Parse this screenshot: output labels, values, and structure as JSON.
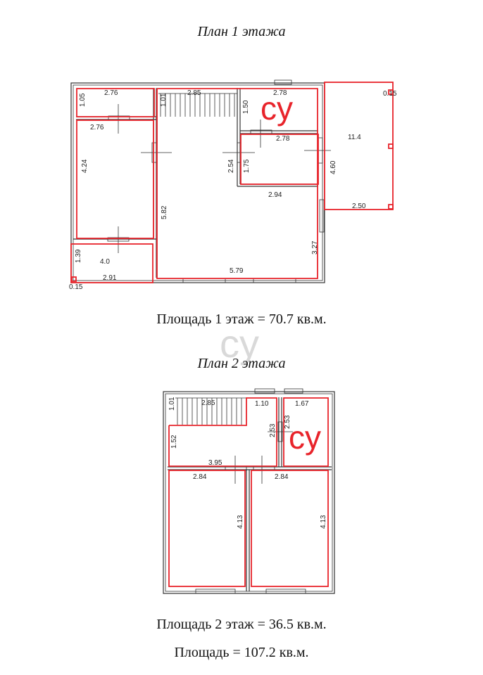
{
  "plan1": {
    "title": "План 1 этажа",
    "area_text": "Площадь 1 этаж = 70.7 кв.м.",
    "wc_label": "су",
    "dimensions": {
      "d276a": "2.76",
      "d105": "1.05",
      "d101": "1.01",
      "d285": "2.85",
      "d278a": "2.78",
      "d150": "1.50",
      "d015a": "0.15",
      "d276b": "2.76",
      "d278b": "2.78",
      "d114": "11.4",
      "d424": "4.24",
      "d254": "2.54",
      "d175": "1.75",
      "d460": "4.60",
      "d294": "2.94",
      "d250": "2.50",
      "d582": "5.82",
      "d327": "3.27",
      "d139": "1.39",
      "d40": "4.0",
      "d579": "5.79",
      "d291": "2.91",
      "d015b": "0.15"
    }
  },
  "plan2": {
    "title": "План 2 этажа",
    "area_text": "Площадь 2 этаж = 36.5 кв.м.",
    "wc_label": "су",
    "dimensions": {
      "d101": "1.01",
      "d285": "2.85",
      "d110": "1.10",
      "d167": "1.67",
      "d253a": "2.53",
      "d253b": "2.53",
      "d152": "1.52",
      "d395": "3.95",
      "d284a": "2.84",
      "d284b": "2.84",
      "d413a": "4.13",
      "d413b": "4.13"
    }
  },
  "total_area_text": "Площадь = 107.2 кв.м.",
  "watermark": "су",
  "colors": {
    "outline": "#e8242b",
    "wall": "#333333",
    "text": "#111111"
  }
}
